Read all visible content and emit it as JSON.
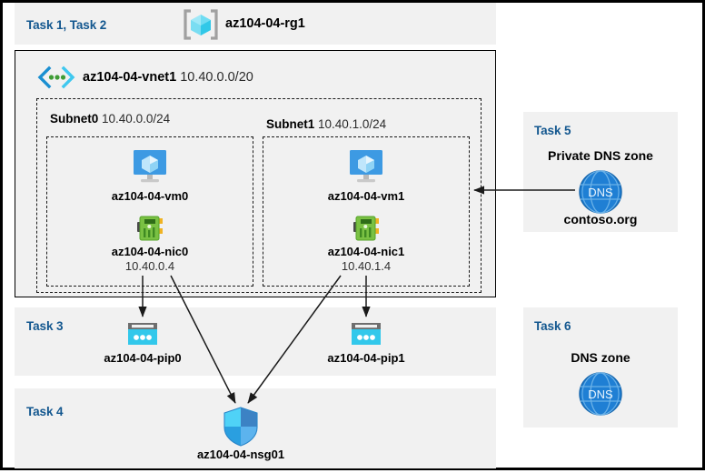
{
  "header": {
    "task_label": "Task 1, Task 2",
    "resource_group_name": "az104-04-rg1",
    "resource_group_icon": "resource-group-cube-icon"
  },
  "vnet": {
    "name": "az104-04-vnet1",
    "cidr": "10.40.0.0/20",
    "icon": "virtual-network-icon"
  },
  "subnets": [
    {
      "label": "Subnet0",
      "cidr": "10.40.0.0/24",
      "vm": {
        "name": "az104-04-vm0",
        "icon": "virtual-machine-icon"
      },
      "nic": {
        "name": "az104-04-nic0",
        "ip": "10.40.0.4",
        "icon": "network-interface-icon"
      }
    },
    {
      "label": "Subnet1",
      "cidr": "10.40.1.0/24",
      "vm": {
        "name": "az104-04-vm1",
        "icon": "virtual-machine-icon"
      },
      "nic": {
        "name": "az104-04-nic1",
        "ip": "10.40.1.4",
        "icon": "network-interface-icon"
      }
    }
  ],
  "task3": {
    "label": "Task 3",
    "pip0": {
      "name": "az104-04-pip0",
      "icon": "public-ip-address-icon"
    },
    "pip1": {
      "name": "az104-04-pip1",
      "icon": "public-ip-address-icon"
    }
  },
  "task4": {
    "label": "Task 4",
    "nsg": {
      "name": "az104-04-nsg01",
      "icon": "network-security-group-shield-icon"
    }
  },
  "task5": {
    "label": "Task 5",
    "title": "Private DNS zone",
    "zone_name": "contoso.org",
    "icon": "dns-globe-icon",
    "icon_text": "DNS"
  },
  "task6": {
    "label": "Task 6",
    "title": "DNS zone",
    "icon": "dns-globe-icon",
    "icon_text": "DNS"
  },
  "colors": {
    "panel_bg": "#f1f1f1",
    "task_label": "#13578f",
    "azure_blue": "#0078d4",
    "cyan": "#32c8eb",
    "nic_green": "#6fbd2c",
    "dns_blue": "#1f7fd4",
    "frame": "#000000"
  }
}
